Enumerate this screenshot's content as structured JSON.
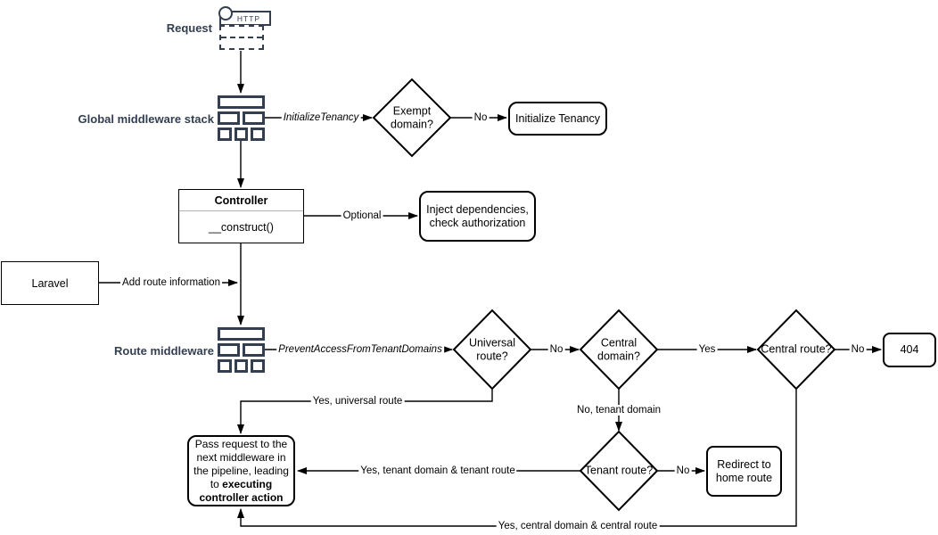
{
  "colors": {
    "label_navy": "#333F50",
    "shape_stroke": "#000000",
    "background": "#FFFFFF",
    "uml_divider_gray": "#B3B3B3"
  },
  "nodes": {
    "request": {
      "label": "Request",
      "icon_text": "HTTP"
    },
    "global_middleware_stack": {
      "label": "Global middleware stack"
    },
    "exempt_domain": {
      "label": "Exempt domain?"
    },
    "initialize_tenancy": {
      "label": "Initialize Tenancy"
    },
    "controller": {
      "title": "Controller",
      "method": "__construct()"
    },
    "inject_dependencies": {
      "label": "Inject dependencies,\ncheck authorization"
    },
    "laravel": {
      "label": "Laravel"
    },
    "route_middleware": {
      "label": "Route middleware"
    },
    "universal_route": {
      "label": "Universal route?"
    },
    "central_domain": {
      "label": "Central domain?"
    },
    "central_route": {
      "label": "Central route?"
    },
    "not_found": {
      "label": "404"
    },
    "tenant_route": {
      "label": "Tenant route?"
    },
    "redirect_home": {
      "label": "Redirect to\nhome route"
    },
    "pass_request": {
      "text_normal": "Pass request to the next middleware in the pipeline, leading to ",
      "text_bold": "executing controller action"
    }
  },
  "edges": {
    "initialize_tenancy_middleware": "InitializeTenancy",
    "exempt_no": "No",
    "optional": "Optional",
    "add_route_information": "Add route information",
    "prevent_access": "PreventAccessFromTenantDomains",
    "universal_no": "No",
    "central_domain_yes": "Yes",
    "central_route_no": "No",
    "universal_yes": "Yes, universal route",
    "central_domain_no": "No, tenant domain",
    "tenant_no": "No",
    "tenant_yes": "Yes, tenant domain & tenant route",
    "central_route_yes": "Yes, central domain & central route"
  }
}
